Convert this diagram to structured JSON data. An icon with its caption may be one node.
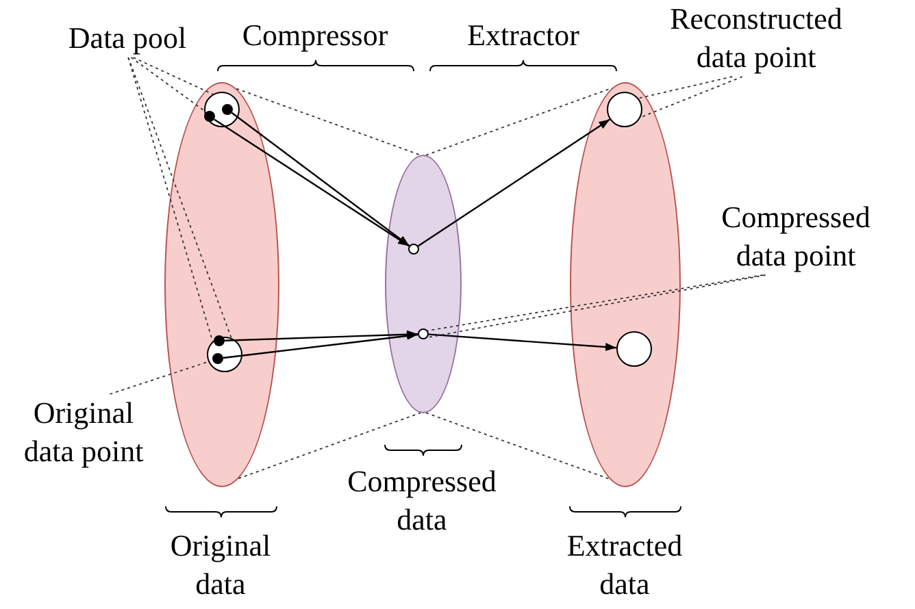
{
  "diagram": {
    "nodes": [
      {
        "text": [],
        "shape": "ellipse",
        "beside": [
          "Original data"
        ]
      },
      {
        "text": [],
        "shape": "ellipse",
        "beside": [
          "Compressed data"
        ]
      },
      {
        "text": [],
        "shape": "ellipse",
        "beside": [
          "Extracted data"
        ]
      },
      {
        "text": [],
        "shape": "circle",
        "in": 0
      },
      {
        "text": [],
        "shape": "circle",
        "in": 3
      },
      {
        "text": [],
        "shape": "circle",
        "in": 3
      },
      {
        "text": [],
        "shape": "circle",
        "in": 0
      },
      {
        "text": [],
        "shape": "circle",
        "in": 6
      },
      {
        "text": [],
        "shape": "circle",
        "in": 6
      },
      {
        "text": [],
        "shape": "circle",
        "in": 1
      },
      {
        "text": [],
        "shape": "circle",
        "in": 1
      },
      {
        "text": [],
        "shape": "circle",
        "in": 2
      },
      {
        "text": [],
        "shape": "circle",
        "in": 2
      },
      {
        "text": [
          "Data pool"
        ]
      },
      {
        "text": [
          "Reconstructed data point"
        ]
      },
      {
        "text": [
          "Compressed data point"
        ]
      },
      {
        "text": [
          "Original data point"
        ]
      }
    ],
    "edges": [
      {
        "from": 4,
        "to": 9,
        "arrow": "to"
      },
      {
        "from": 5,
        "to": 9,
        "arrow": "to"
      },
      {
        "from": 9,
        "to": 11,
        "arrow": "to"
      },
      {
        "from": 7,
        "to": 10,
        "arrow": "to"
      },
      {
        "from": 8,
        "to": 10,
        "arrow": "to"
      },
      {
        "from": 10,
        "to": 12,
        "arrow": "to"
      },
      {
        "from": 13,
        "to": 3,
        "arrow": "none",
        "style": "dashed"
      },
      {
        "from": 13,
        "to": 3,
        "arrow": "none",
        "style": "dashed"
      },
      {
        "from": 13,
        "to": 6,
        "arrow": "none",
        "style": "dashed"
      },
      {
        "from": 13,
        "to": 6,
        "arrow": "none",
        "style": "dashed"
      },
      {
        "from": 14,
        "to": 11,
        "arrow": "none",
        "style": "dashed"
      },
      {
        "from": 14,
        "to": 11,
        "arrow": "none",
        "style": "dashed"
      },
      {
        "from": 15,
        "to": 10,
        "arrow": "none",
        "style": "dashed"
      },
      {
        "from": 15,
        "to": 10,
        "arrow": "none",
        "style": "dashed"
      },
      {
        "from": 16,
        "to": 6,
        "arrow": "none",
        "style": "dashed"
      },
      {
        "from": 0,
        "to": 1,
        "arrow": "none",
        "style": "dashed"
      },
      {
        "from": 1,
        "to": 2,
        "arrow": "none",
        "style": "dashed"
      },
      {
        "from": 0,
        "to": 1,
        "arrow": "none",
        "style": "dashed"
      },
      {
        "from": 1,
        "to": 2,
        "arrow": "none",
        "style": "dashed"
      }
    ],
    "labels": [
      "Compressor",
      "Extractor"
    ]
  }
}
